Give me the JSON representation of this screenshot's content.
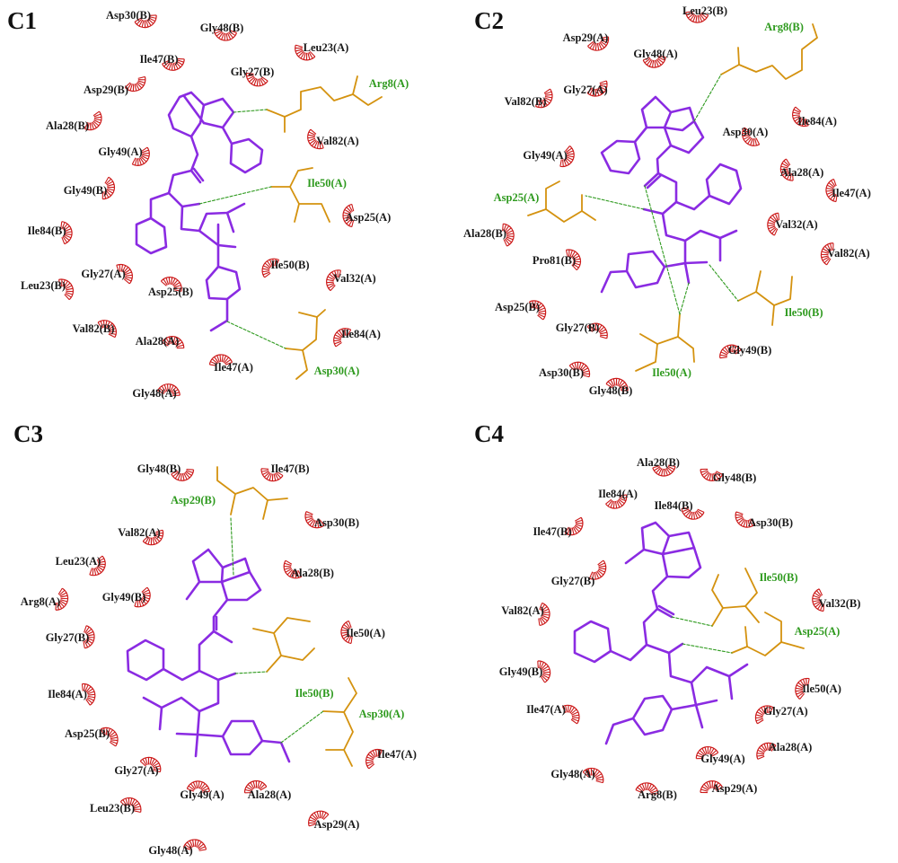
{
  "colors": {
    "ligand": "#8a2be2",
    "residue_sidechain": "#d4920f",
    "hbond": "#2e9a1e",
    "hydrophobic_arc": "#cc1a1a",
    "residue_label": "#1a1a1a",
    "hbond_residue_label": "#2e9a1e"
  },
  "panels": [
    {
      "label": "C1",
      "residues": [
        {
          "name": "Asp30(B)",
          "kind": "hydrophobic"
        },
        {
          "name": "Gly48(B)",
          "kind": "hydrophobic"
        },
        {
          "name": "Leu23(A)",
          "kind": "hydrophobic"
        },
        {
          "name": "Ile47(B)",
          "kind": "hydrophobic"
        },
        {
          "name": "Gly27(B)",
          "kind": "hydrophobic"
        },
        {
          "name": "Arg8(A)",
          "kind": "hbond"
        },
        {
          "name": "Asp29(B)",
          "kind": "hydrophobic"
        },
        {
          "name": "Ala28(B)",
          "kind": "hydrophobic"
        },
        {
          "name": "Gly49(A)",
          "kind": "hydrophobic"
        },
        {
          "name": "Val82(A)",
          "kind": "hydrophobic"
        },
        {
          "name": "Gly49(B)",
          "kind": "hydrophobic"
        },
        {
          "name": "Ile50(A)",
          "kind": "hbond"
        },
        {
          "name": "Asp25(A)",
          "kind": "hydrophobic"
        },
        {
          "name": "Ile84(B)",
          "kind": "hydrophobic"
        },
        {
          "name": "Ile50(B)",
          "kind": "hydrophobic"
        },
        {
          "name": "Val32(A)",
          "kind": "hydrophobic"
        },
        {
          "name": "Gly27(A)",
          "kind": "hydrophobic"
        },
        {
          "name": "Leu23(B)",
          "kind": "hydrophobic"
        },
        {
          "name": "Asp25(B)",
          "kind": "hydrophobic"
        },
        {
          "name": "Val82(B)",
          "kind": "hydrophobic"
        },
        {
          "name": "Ala28(A)",
          "kind": "hydrophobic"
        },
        {
          "name": "Ile84(A)",
          "kind": "hydrophobic"
        },
        {
          "name": "Ile47(A)",
          "kind": "hydrophobic"
        },
        {
          "name": "Asp30(A)",
          "kind": "hbond"
        },
        {
          "name": "Gly48(A)",
          "kind": "hydrophobic"
        }
      ]
    },
    {
      "label": "C2",
      "residues": [
        {
          "name": "Leu23(B)",
          "kind": "hydrophobic"
        },
        {
          "name": "Arg8(B)",
          "kind": "hbond"
        },
        {
          "name": "Asp29(A)",
          "kind": "hydrophobic"
        },
        {
          "name": "Gly48(A)",
          "kind": "hydrophobic"
        },
        {
          "name": "Val82(B)",
          "kind": "hydrophobic"
        },
        {
          "name": "Gly27(A)",
          "kind": "hydrophobic"
        },
        {
          "name": "Ile84(A)",
          "kind": "hydrophobic"
        },
        {
          "name": "Asp30(A)",
          "kind": "hydrophobic"
        },
        {
          "name": "Gly49(A)",
          "kind": "hydrophobic"
        },
        {
          "name": "Ala28(A)",
          "kind": "hydrophobic"
        },
        {
          "name": "Ile47(A)",
          "kind": "hydrophobic"
        },
        {
          "name": "Asp25(A)",
          "kind": "hbond"
        },
        {
          "name": "Ala28(B)",
          "kind": "hydrophobic"
        },
        {
          "name": "Val32(A)",
          "kind": "hydrophobic"
        },
        {
          "name": "Val82(A)",
          "kind": "hydrophobic"
        },
        {
          "name": "Pro81(B)",
          "kind": "hydrophobic"
        },
        {
          "name": "Asp25(B)",
          "kind": "hydrophobic"
        },
        {
          "name": "Ile50(B)",
          "kind": "hbond"
        },
        {
          "name": "Gly27(B)",
          "kind": "hydrophobic"
        },
        {
          "name": "Gly49(B)",
          "kind": "hydrophobic"
        },
        {
          "name": "Asp30(B)",
          "kind": "hydrophobic"
        },
        {
          "name": "Ile50(A)",
          "kind": "hbond"
        },
        {
          "name": "Gly48(B)",
          "kind": "hydrophobic"
        }
      ]
    },
    {
      "label": "C3",
      "residues": [
        {
          "name": "Gly48(B)",
          "kind": "hydrophobic"
        },
        {
          "name": "Ile47(B)",
          "kind": "hydrophobic"
        },
        {
          "name": "Asp29(B)",
          "kind": "hbond"
        },
        {
          "name": "Asp30(B)",
          "kind": "hydrophobic"
        },
        {
          "name": "Val82(A)",
          "kind": "hydrophobic"
        },
        {
          "name": "Leu23(A)",
          "kind": "hydrophobic"
        },
        {
          "name": "Ala28(B)",
          "kind": "hydrophobic"
        },
        {
          "name": "Arg8(A)",
          "kind": "hydrophobic"
        },
        {
          "name": "Gly49(B)",
          "kind": "hydrophobic"
        },
        {
          "name": "Gly27(B)",
          "kind": "hydrophobic"
        },
        {
          "name": "Ile50(A)",
          "kind": "hydrophobic"
        },
        {
          "name": "Ile84(A)",
          "kind": "hydrophobic"
        },
        {
          "name": "Ile50(B)",
          "kind": "hbond"
        },
        {
          "name": "Asp30(A)",
          "kind": "hbond"
        },
        {
          "name": "Asp25(B)",
          "kind": "hydrophobic"
        },
        {
          "name": "Ile47(A)",
          "kind": "hydrophobic"
        },
        {
          "name": "Gly27(A)",
          "kind": "hydrophobic"
        },
        {
          "name": "Gly49(A)",
          "kind": "hydrophobic"
        },
        {
          "name": "Ala28(A)",
          "kind": "hydrophobic"
        },
        {
          "name": "Leu23(B)",
          "kind": "hydrophobic"
        },
        {
          "name": "Asp29(A)",
          "kind": "hydrophobic"
        },
        {
          "name": "Gly48(A)",
          "kind": "hydrophobic"
        }
      ]
    },
    {
      "label": "C4",
      "residues": [
        {
          "name": "Ala28(B)",
          "kind": "hydrophobic"
        },
        {
          "name": "Gly48(B)",
          "kind": "hydrophobic"
        },
        {
          "name": "Ile84(A)",
          "kind": "hydrophobic"
        },
        {
          "name": "Ile84(B)",
          "kind": "hydrophobic"
        },
        {
          "name": "Ile47(B)",
          "kind": "hydrophobic"
        },
        {
          "name": "Asp30(B)",
          "kind": "hydrophobic"
        },
        {
          "name": "Gly27(B)",
          "kind": "hydrophobic"
        },
        {
          "name": "Ile50(B)",
          "kind": "hbond"
        },
        {
          "name": "Val32(B)",
          "kind": "hydrophobic"
        },
        {
          "name": "Val82(A)",
          "kind": "hydrophobic"
        },
        {
          "name": "Asp25(A)",
          "kind": "hbond"
        },
        {
          "name": "Gly49(B)",
          "kind": "hydrophobic"
        },
        {
          "name": "Ile50(A)",
          "kind": "hydrophobic"
        },
        {
          "name": "Ile47(A)",
          "kind": "hydrophobic"
        },
        {
          "name": "Gly27(A)",
          "kind": "hydrophobic"
        },
        {
          "name": "Ala28(A)",
          "kind": "hydrophobic"
        },
        {
          "name": "Gly49(A)",
          "kind": "hydrophobic"
        },
        {
          "name": "Gly48(A)",
          "kind": "hydrophobic"
        },
        {
          "name": "Arg8(B)",
          "kind": "hydrophobic"
        },
        {
          "name": "Asp29(A)",
          "kind": "hydrophobic"
        }
      ]
    }
  ]
}
